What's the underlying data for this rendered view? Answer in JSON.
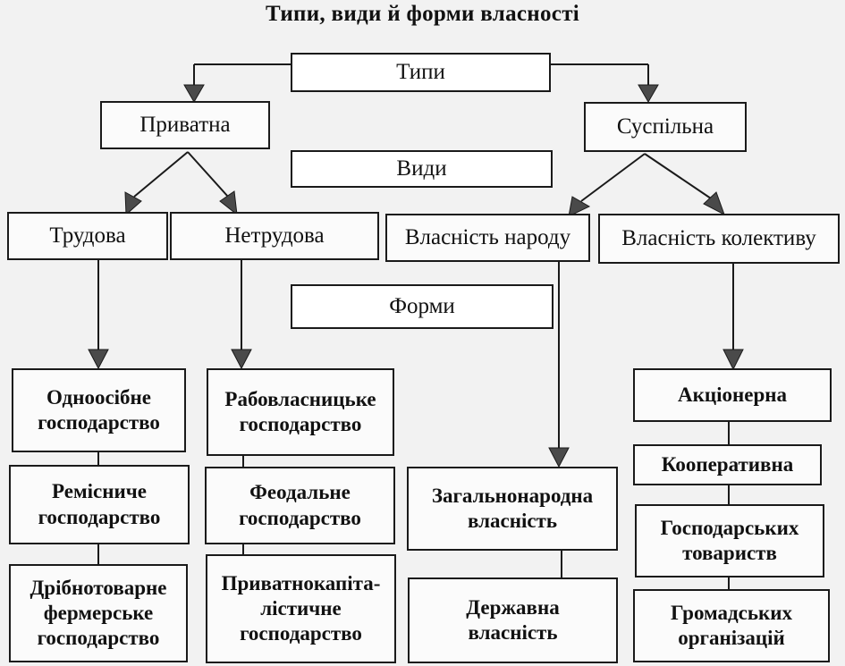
{
  "title": "Типи, види й форми власності",
  "sections": {
    "types": "Типи",
    "kinds": "Види",
    "forms": "Форми"
  },
  "types": {
    "private": "Приватна",
    "public": "Суспільна"
  },
  "kinds": {
    "labor": "Трудова",
    "non_labor": "Нетрудова",
    "people": "Власність народу",
    "collective": "Власність колективу"
  },
  "forms": {
    "labor": [
      "Одноосібне господарство",
      "Ремісниче господарство",
      "Дрібнотоварне фермерське господарство"
    ],
    "non_labor": [
      "Рабовласницьке господарство",
      "Феодальне господарство",
      "Приватнокапіта-лістичне господарство"
    ],
    "people": [
      "Загальнонародна власність",
      "Державна власність"
    ],
    "collective": [
      "Акціонерна",
      "Кооперативна",
      "Господарських товариств",
      "Громадських організацій"
    ]
  }
}
